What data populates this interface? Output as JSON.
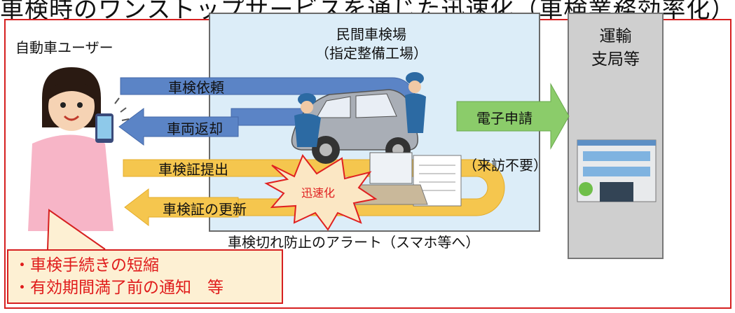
{
  "title": "車検時のワンストップサービスを通じた迅速化（車検業務効率化）",
  "user_label": "自動車ユーザー",
  "shop": {
    "line1": "民間車検場",
    "line2": "（指定整備工場）"
  },
  "office": {
    "line1": "運輸",
    "line2": "支局等"
  },
  "flows": {
    "request": "車検依頼",
    "return": "車両返却",
    "certificate_submit": "車検証提出",
    "certificate_update": "車検証の更新",
    "e_application": "電子申請"
  },
  "no_visit": "（来訪不要）",
  "speedup": "迅速化",
  "alert": "車検切れ防止のアラート（スマホ等へ）",
  "benefits": [
    "・車検手続きの短縮",
    "・有効期間満了前の通知　等"
  ],
  "colors": {
    "frame_red": "#d62020",
    "blue_arrow": "#5b84c6",
    "yellow_arrow": "#f5c64e",
    "green_arrow": "#8bcc6a",
    "shop_bg": "#dcedf8",
    "office_bg": "#cfcfcf",
    "benefit_bg": "#fdf0d3"
  }
}
